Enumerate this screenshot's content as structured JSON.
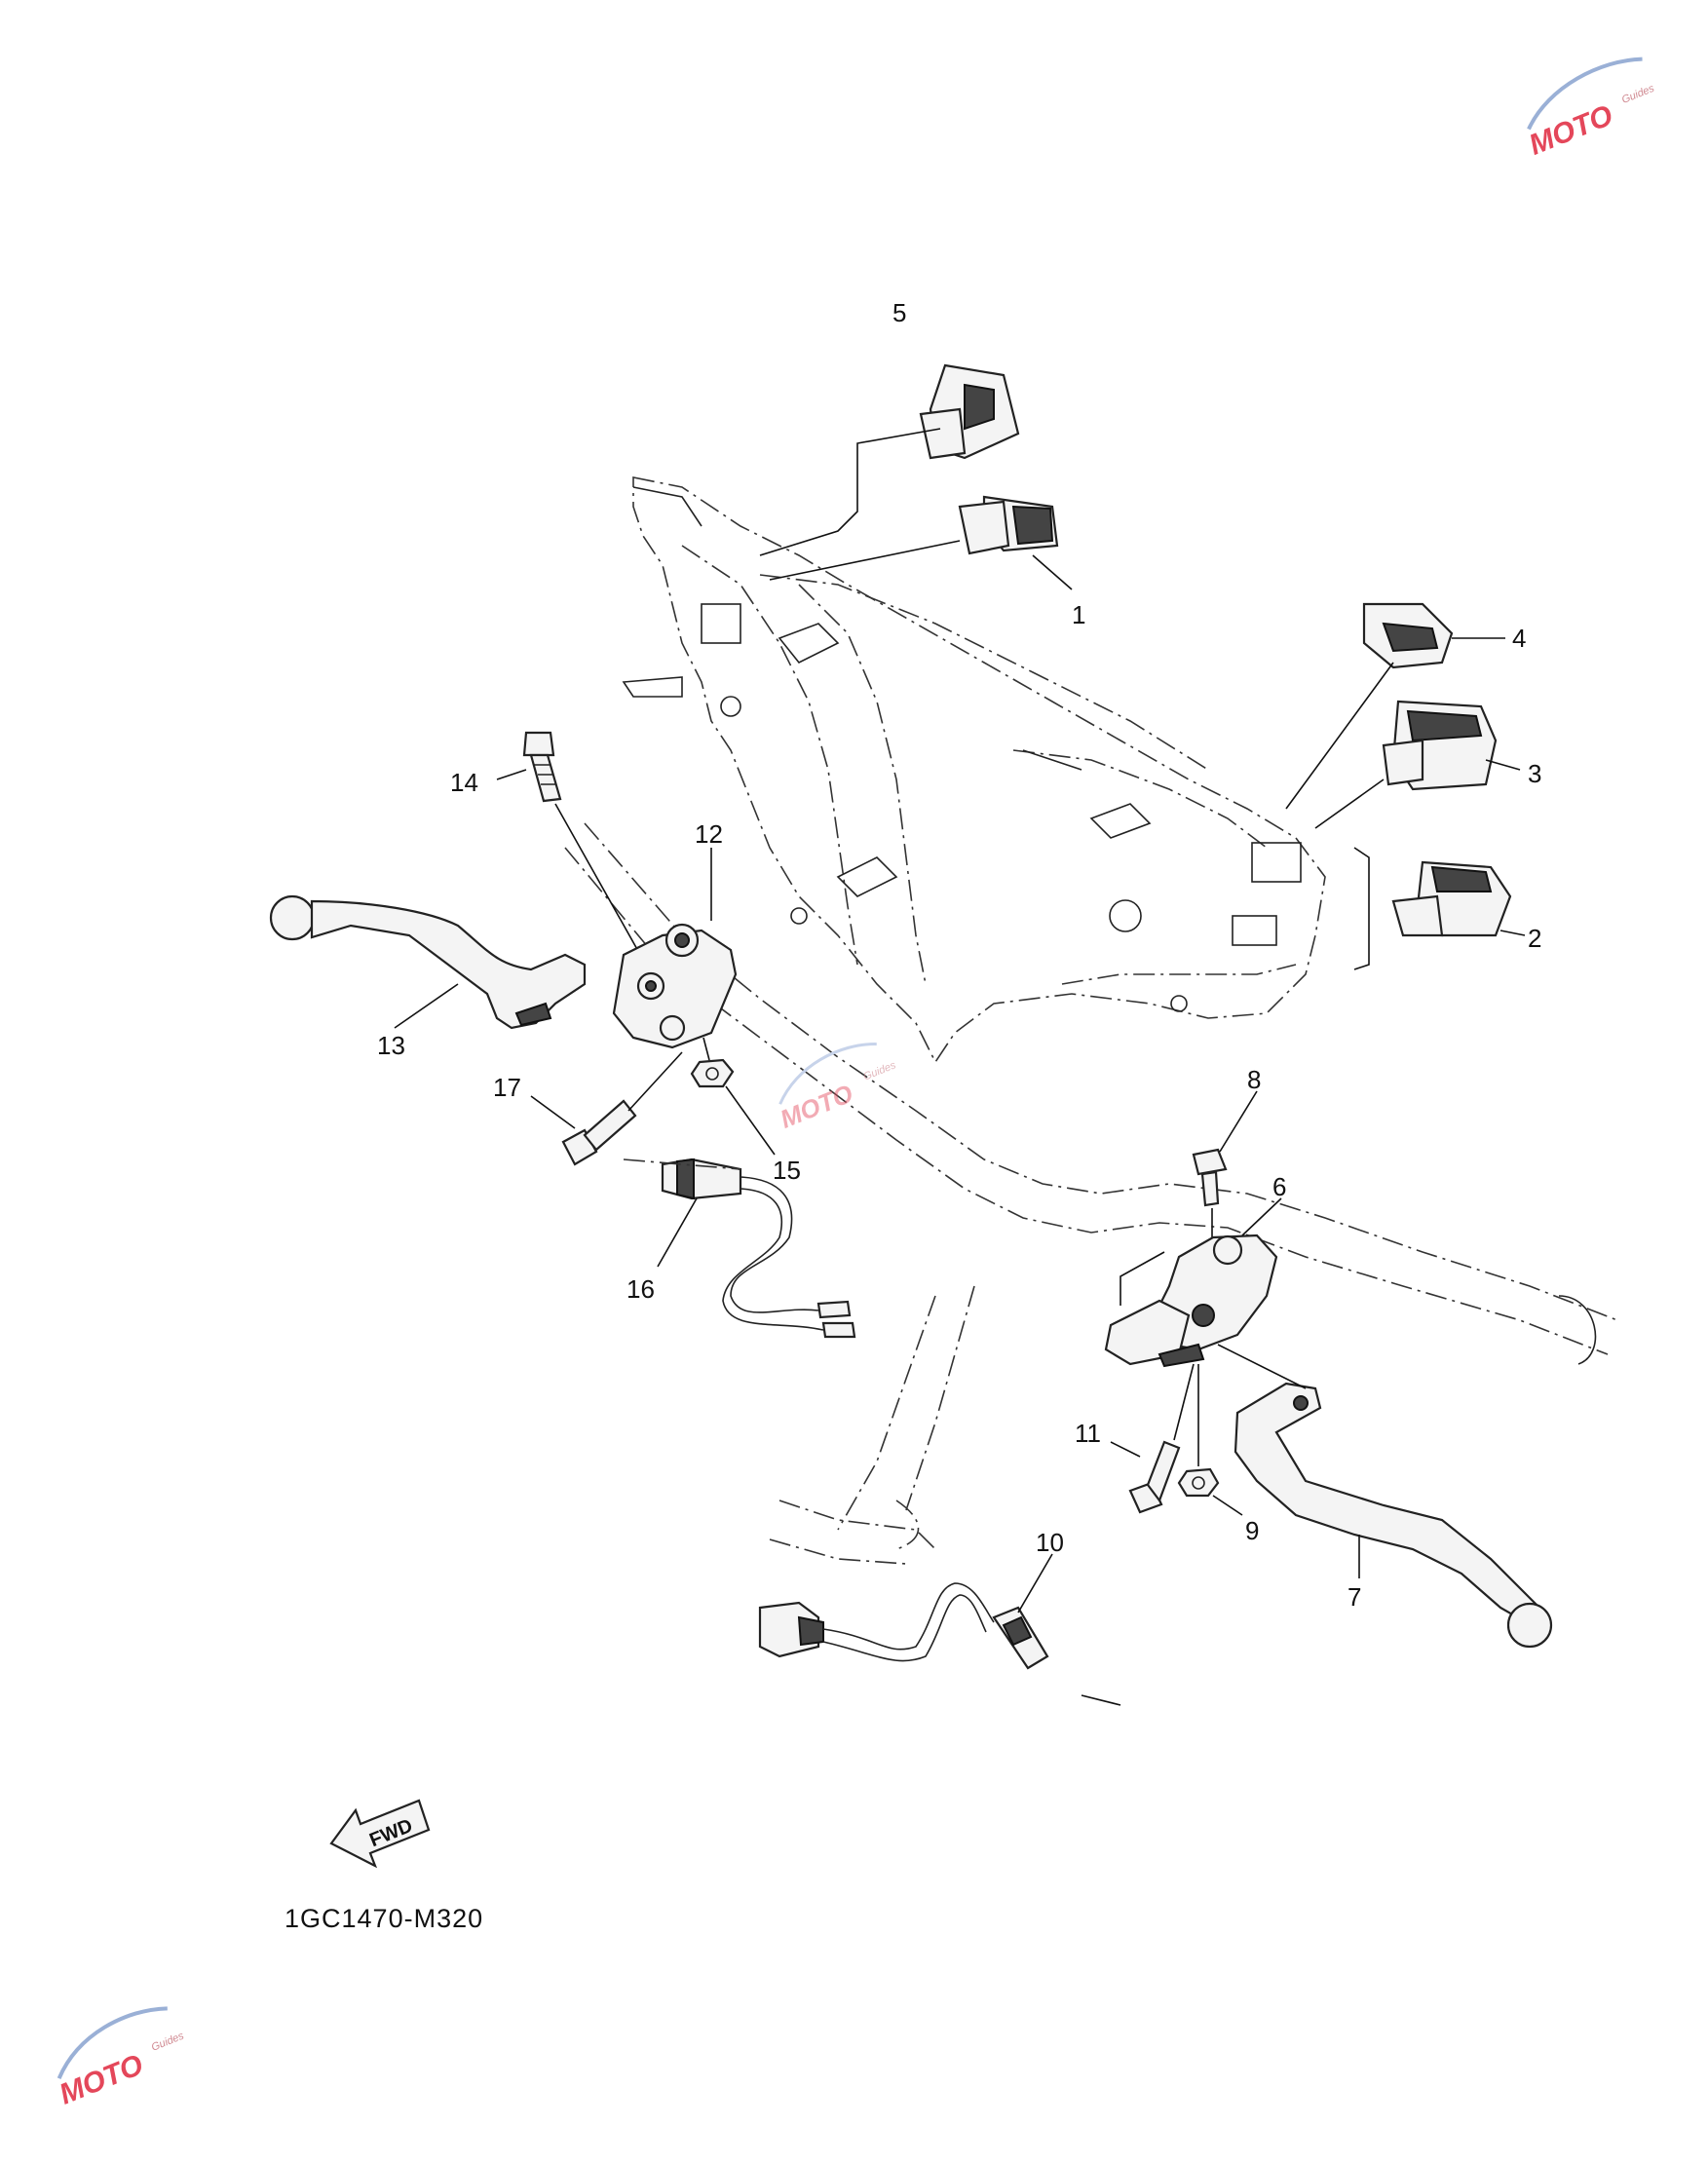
{
  "diagram_code": "1GC1470-M320",
  "fwd_label": "FWD",
  "watermark": {
    "brand": "MOTO",
    "sub": "Guides"
  },
  "callouts": [
    {
      "id": "1",
      "label": "1"
    },
    {
      "id": "2",
      "label": "2"
    },
    {
      "id": "3",
      "label": "3"
    },
    {
      "id": "4",
      "label": "4"
    },
    {
      "id": "5",
      "label": "5"
    },
    {
      "id": "6",
      "label": "6"
    },
    {
      "id": "7",
      "label": "7"
    },
    {
      "id": "8",
      "label": "8"
    },
    {
      "id": "9",
      "label": "9"
    },
    {
      "id": "10",
      "label": "10"
    },
    {
      "id": "11",
      "label": "11"
    },
    {
      "id": "12",
      "label": "12"
    },
    {
      "id": "13",
      "label": "13"
    },
    {
      "id": "14",
      "label": "14"
    },
    {
      "id": "15",
      "label": "15"
    },
    {
      "id": "16",
      "label": "16"
    },
    {
      "id": "17",
      "label": "17"
    }
  ]
}
